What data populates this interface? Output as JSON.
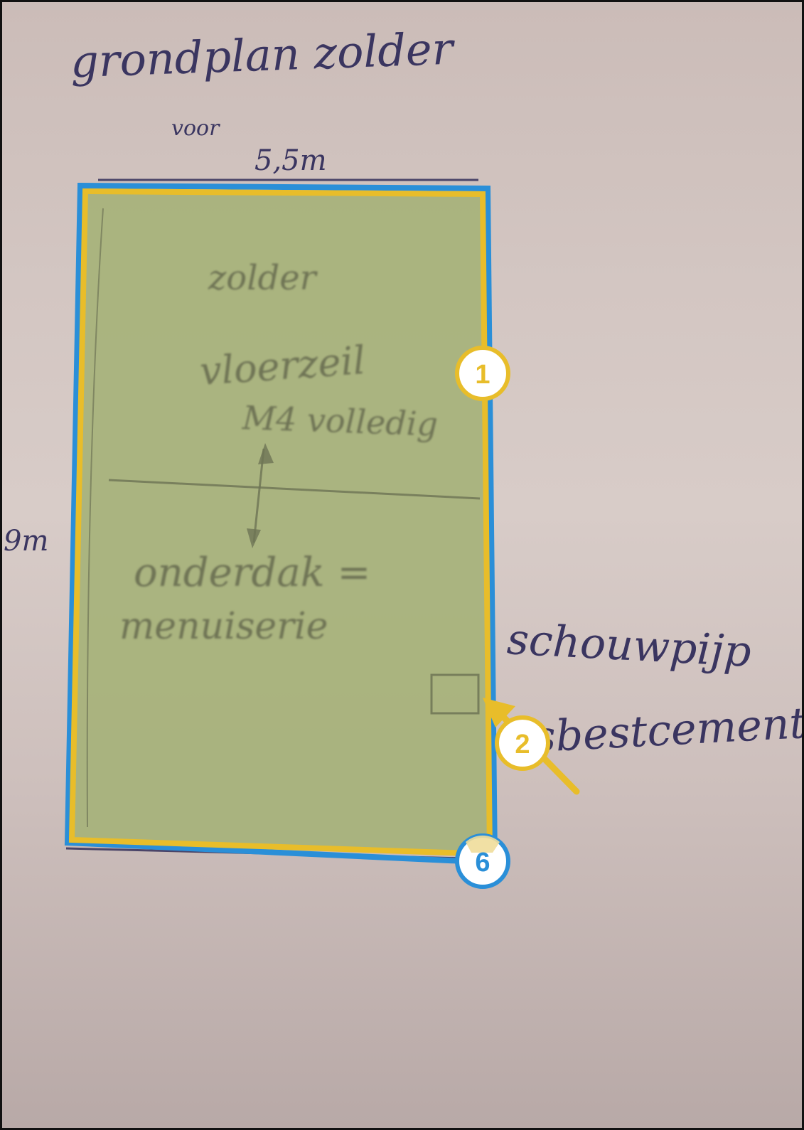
{
  "paper": {
    "title": "grondplan zolder",
    "front_label": "voor",
    "width_dim": "5,5m",
    "length_dim": "9m",
    "room_name": "zolder",
    "floor_covering_line1": "vloerzeil",
    "floor_covering_line2": "M4 volledig",
    "subfloor_line1": "onderdak =",
    "subfloor_line2": "menuiserie",
    "chimney_label": "schouwpijp",
    "chimney_material": "asbestcement"
  },
  "annotations": {
    "markers": [
      {
        "number": "1"
      },
      {
        "number": "2"
      },
      {
        "number": "6"
      }
    ]
  },
  "colors": {
    "highlight_fill": "#a6b27a",
    "highlight_border": "#e8bd2a",
    "selection_outline": "#2a8fd8",
    "ink": "#3a3560"
  }
}
